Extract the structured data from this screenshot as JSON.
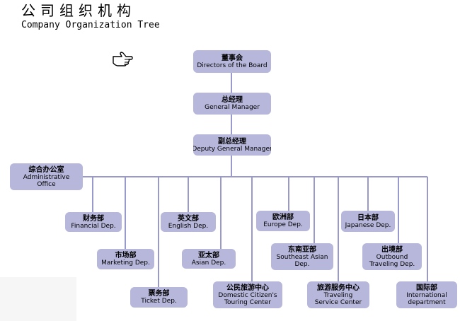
{
  "header": {
    "title_cn": "公司组织机构",
    "title_en": "Company Organization Tree"
  },
  "icons": {
    "pointer": "pointing-hand-icon"
  },
  "colors": {
    "node_bg": "#b7b7dc",
    "line": "#9999cc"
  },
  "nodes": {
    "board": {
      "cn": "董事会",
      "en1": "Directors of the Board",
      "en2": ""
    },
    "gm": {
      "cn": "总经理",
      "en1": "General Manager",
      "en2": ""
    },
    "dgm": {
      "cn": "副总经理",
      "en1": "Deputy General Manager",
      "en2": ""
    },
    "admin": {
      "cn": "综合办公室",
      "en1": "Administrative",
      "en2": "Office"
    },
    "financial": {
      "cn": "财务部",
      "en1": "Financial Dep.",
      "en2": ""
    },
    "marketing": {
      "cn": "市场部",
      "en1": "Marketing Dep.",
      "en2": ""
    },
    "ticket": {
      "cn": "票务部",
      "en1": "Ticket Dep.",
      "en2": ""
    },
    "english": {
      "cn": "英文部",
      "en1": "English Dep.",
      "en2": ""
    },
    "asian": {
      "cn": "亚太部",
      "en1": "Asian Dep.",
      "en2": ""
    },
    "domestic": {
      "cn": "公民旅游中心",
      "en1": "Domestic Citizen's",
      "en2": "Touring Center"
    },
    "europe": {
      "cn": "欧洲部",
      "en1": "Europe Dep.",
      "en2": ""
    },
    "seasian": {
      "cn": "东南亚部",
      "en1": "Southeast Asian",
      "en2": "Dep."
    },
    "traveling": {
      "cn": "旅游服务中心",
      "en1": "Traveling",
      "en2": "Service Center"
    },
    "japanese": {
      "cn": "日本部",
      "en1": "Japanese Dep.",
      "en2": ""
    },
    "outbound": {
      "cn": "出境部",
      "en1": "Outbound",
      "en2": "Traveling Dep."
    },
    "intl": {
      "cn": "国际部",
      "en1": "International",
      "en2": "department"
    }
  }
}
